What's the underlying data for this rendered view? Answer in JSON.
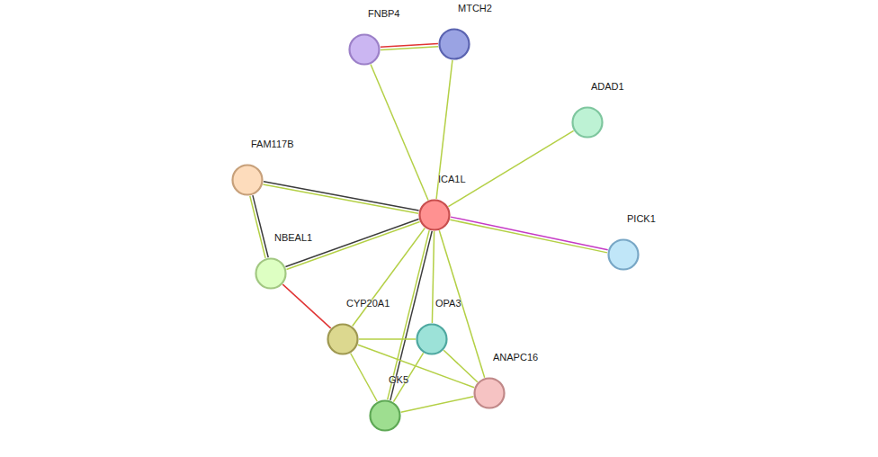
{
  "diagram": {
    "nodes": [
      {
        "text": [
          "MTCH2"
        ]
      },
      {
        "text": [
          "FNBP4"
        ]
      },
      {
        "text": [
          "ADAD1"
        ]
      },
      {
        "text": [
          "FAM117B"
        ]
      },
      {
        "text": [
          "ICA1L"
        ]
      },
      {
        "text": [
          "PICK1"
        ]
      },
      {
        "text": [
          "NBEAL1"
        ]
      },
      {
        "text": [
          "CYP20A1"
        ]
      },
      {
        "text": [
          "OPA3"
        ]
      },
      {
        "text": [
          "ANAPC16"
        ]
      },
      {
        "text": [
          "GK5"
        ]
      }
    ],
    "edges": [
      {
        "from": 1,
        "to": 0,
        "arrow": "none"
      },
      {
        "from": 1,
        "to": 0,
        "arrow": "none"
      },
      {
        "from": 1,
        "to": 4,
        "arrow": "none"
      },
      {
        "from": 0,
        "to": 4,
        "arrow": "none"
      },
      {
        "from": 2,
        "to": 4,
        "arrow": "none"
      },
      {
        "from": 3,
        "to": 4,
        "arrow": "none"
      },
      {
        "from": 3,
        "to": 4,
        "arrow": "none"
      },
      {
        "from": 3,
        "to": 6,
        "arrow": "none"
      },
      {
        "from": 3,
        "to": 6,
        "arrow": "none"
      },
      {
        "from": 6,
        "to": 4,
        "arrow": "none"
      },
      {
        "from": 6,
        "to": 4,
        "arrow": "none"
      },
      {
        "from": 4,
        "to": 5,
        "arrow": "none"
      },
      {
        "from": 4,
        "to": 5,
        "arrow": "none"
      },
      {
        "from": 6,
        "to": 7,
        "arrow": "none"
      },
      {
        "from": 4,
        "to": 7,
        "arrow": "none"
      },
      {
        "from": 4,
        "to": 8,
        "arrow": "none"
      },
      {
        "from": 4,
        "to": 9,
        "arrow": "none"
      },
      {
        "from": 4,
        "to": 10,
        "arrow": "none"
      },
      {
        "from": 4,
        "to": 10,
        "arrow": "none"
      },
      {
        "from": 7,
        "to": 8,
        "arrow": "none"
      },
      {
        "from": 7,
        "to": 9,
        "arrow": "none"
      },
      {
        "from": 7,
        "to": 10,
        "arrow": "none"
      },
      {
        "from": 8,
        "to": 10,
        "arrow": "none"
      },
      {
        "from": 8,
        "to": 9,
        "arrow": "none"
      },
      {
        "from": 10,
        "to": 9,
        "arrow": "none"
      }
    ]
  }
}
